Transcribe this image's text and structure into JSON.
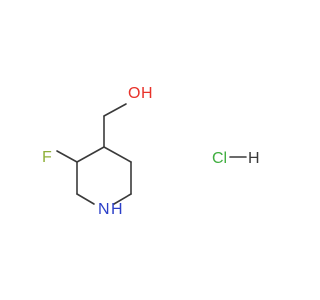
{
  "molecule": {
    "atoms": {
      "oxygen": {
        "symbol": "O",
        "hydrogen": "H",
        "color": "#e8322a"
      },
      "fluorine": {
        "symbol": "F",
        "color": "#8fb03a"
      },
      "nitrogen": {
        "symbol": "N",
        "hydrogen": "H",
        "color": "#2b3fc8"
      }
    },
    "salt": {
      "chlorine": "Cl",
      "hydrogen": "H",
      "color": "#3fae3f"
    },
    "bond_color": "#3a3a3a"
  }
}
